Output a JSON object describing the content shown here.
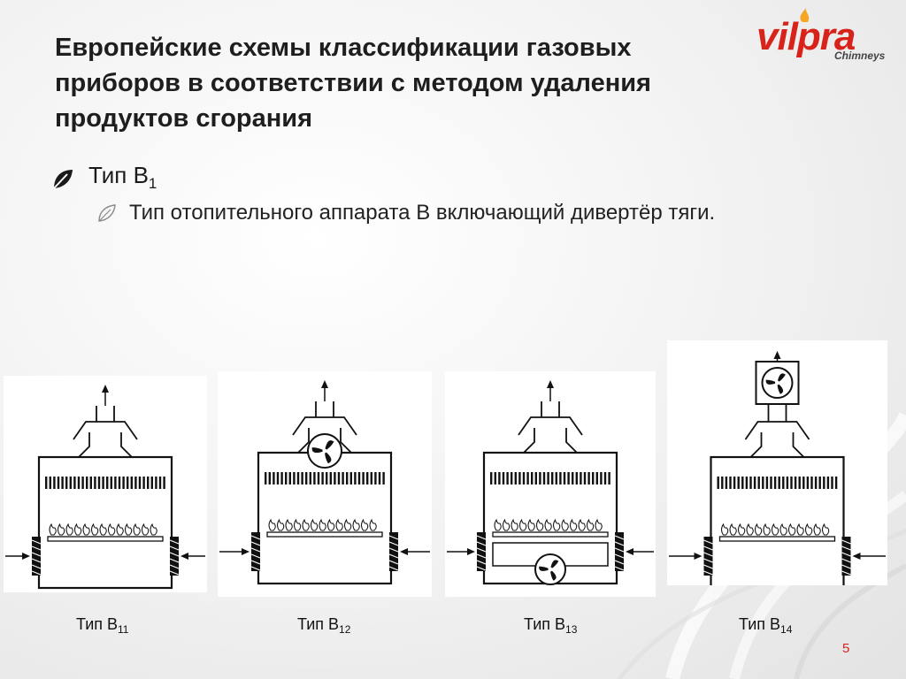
{
  "slide": {
    "title_lines": [
      "Европейские схемы классификации газовых",
      "приборов в соответствии с методом удаления",
      "продуктов сгорания"
    ],
    "bullet1": {
      "text": "Тип В",
      "sub": "1"
    },
    "bullet2": {
      "text": "Тип отопительного аппарата В включающий дивертёр тяги."
    },
    "figures": [
      {
        "label": "Тип В",
        "sub": "11",
        "fan": "none"
      },
      {
        "label": "Тип В",
        "sub": "12",
        "fan": "flue"
      },
      {
        "label": "Тип В",
        "sub": "13",
        "fan": "bottom"
      },
      {
        "label": "Тип В",
        "sub": "14",
        "fan": "top"
      }
    ],
    "page_number": "5"
  },
  "logo": {
    "word": "vilpra",
    "sub": "Chimneys"
  },
  "colors": {
    "accent": "#d8231b",
    "flame": "#f5a623",
    "text": "#1e1e1e"
  }
}
